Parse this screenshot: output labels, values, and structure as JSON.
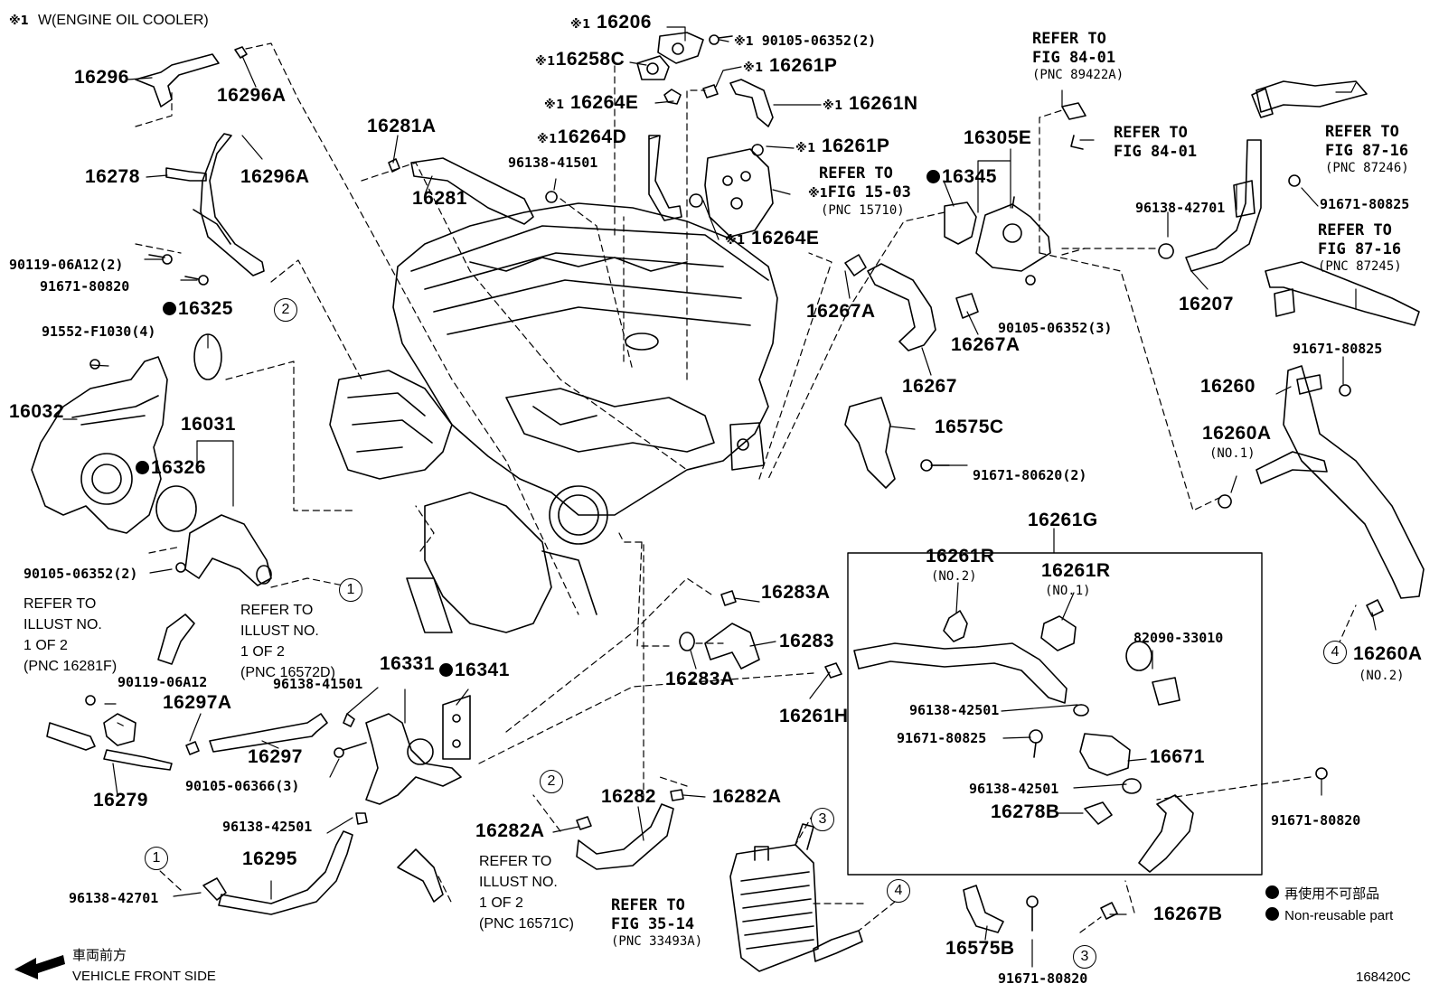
{
  "header": {
    "mark": "※1",
    "note": "W(ENGINE OIL COOLER)"
  },
  "footer": {
    "direction_jp": "車両前方",
    "direction_en": "VEHICLE FRONT SIDE",
    "illustration_id": "168420C"
  },
  "legend": {
    "jp": "再使用不可部品",
    "en": "Non-reusable part"
  },
  "parts": {
    "p16296": "16296",
    "p16296A_1": "16296A",
    "p16296A_2": "16296A",
    "p16278": "16278",
    "p90119_06A12_2": "90119-06A12(2)",
    "p91671_80820_a": "91671-80820",
    "p16325": "16325",
    "p91552_F1030_4": "91552-F1030(4)",
    "p16032": "16032",
    "p16031": "16031",
    "p16326": "16326",
    "p90105_06352_2b": "90105-06352(2)",
    "p90119_06A12": "90119-06A12",
    "p16297A": "16297A",
    "p16279": "16279",
    "p16297": "16297",
    "p90105_06366_3": "90105-06366(3)",
    "p96138_41501_b": "96138-41501",
    "p16331": "16331",
    "p16341": "16341",
    "p96138_42501_a": "96138-42501",
    "p16295": "16295",
    "p96138_42701_b": "96138-42701",
    "p16206": "16206",
    "p90105_06352_2a": "90105-06352(2)",
    "p16258C": "16258C",
    "p16261P_1": "16261P",
    "p16264E_1": "16264E",
    "p16261N": "16261N",
    "p16264D": "16264D",
    "p16261P_2": "16261P",
    "p96138_41501_a": "96138-41501",
    "p16264E_2": "16264E",
    "p16281A": "16281A",
    "p16281": "16281",
    "p16305E": "16305E",
    "p16345": "16345",
    "p16267A_1": "16267A",
    "p16267A_2": "16267A",
    "p90105_06352_3": "90105-06352(3)",
    "p16267": "16267",
    "p16575C": "16575C",
    "p91671_80620_2": "91671-80620(2)",
    "p96138_42701_a": "96138-42701",
    "p91671_80825_a": "91671-80825",
    "p16207": "16207",
    "p91671_80825_b": "91671-80825",
    "p16260": "16260",
    "p16260A_1": "16260A",
    "p16260A_1n": "(NO.1)",
    "p16260A_2": "16260A",
    "p16260A_2n": "(NO.2)",
    "p16283A_1": "16283A",
    "p16283": "16283",
    "p16283A_2": "16283A",
    "p16261H": "16261H",
    "p16282": "16282",
    "p16282A_1": "16282A",
    "p16282A_2": "16282A",
    "p16261G": "16261G",
    "p16261R_1": "16261R",
    "p16261R_1n": "(NO.2)",
    "p16261R_2": "16261R",
    "p16261R_2n": "(NO.1)",
    "p82090_33010": "82090-33010",
    "p96138_42501_b": "96138-42501",
    "p91671_80825_c": "91671-80825",
    "p16671": "16671",
    "p96138_42501_c": "96138-42501",
    "p16278B": "16278B",
    "p91671_80820_b": "91671-80820",
    "p16267B": "16267B",
    "p16575B": "16575B",
    "p91671_80820_c": "91671-80820"
  },
  "refs": {
    "r_fig84_a": [
      "REFER TO",
      "FIG 84-01",
      "(PNC 89422A)"
    ],
    "r_fig84_b": [
      "REFER TO",
      "FIG 84-01"
    ],
    "r_fig87_a": [
      "REFER TO",
      "FIG 87-16",
      "(PNC 87246)"
    ],
    "r_fig87_b": [
      "REFER TO",
      "FIG 87-16",
      "(PNC 87245)"
    ],
    "r_fig15": [
      "REFER TO",
      "FIG 15-03",
      "(PNC 15710)"
    ],
    "r_fig35": [
      "REFER TO",
      "FIG 35-14",
      "(PNC 33493A)"
    ],
    "r_illus_16281F": [
      "REFER TO",
      "ILLUST NO.",
      "1 OF 2",
      "(PNC 16281F)"
    ],
    "r_illus_16572D": [
      "REFER TO",
      "ILLUST NO.",
      "1 OF 2",
      "(PNC 16572D)"
    ],
    "r_illus_16571C": [
      "REFER TO",
      "ILLUST NO.",
      "1 OF 2",
      "(PNC 16571C)"
    ]
  },
  "circle_refs": {
    "c1a": "1",
    "c1b": "1",
    "c2a": "2",
    "c2b": "2",
    "c3a": "3",
    "c3b": "3",
    "c4a": "4",
    "c4b": "4"
  }
}
